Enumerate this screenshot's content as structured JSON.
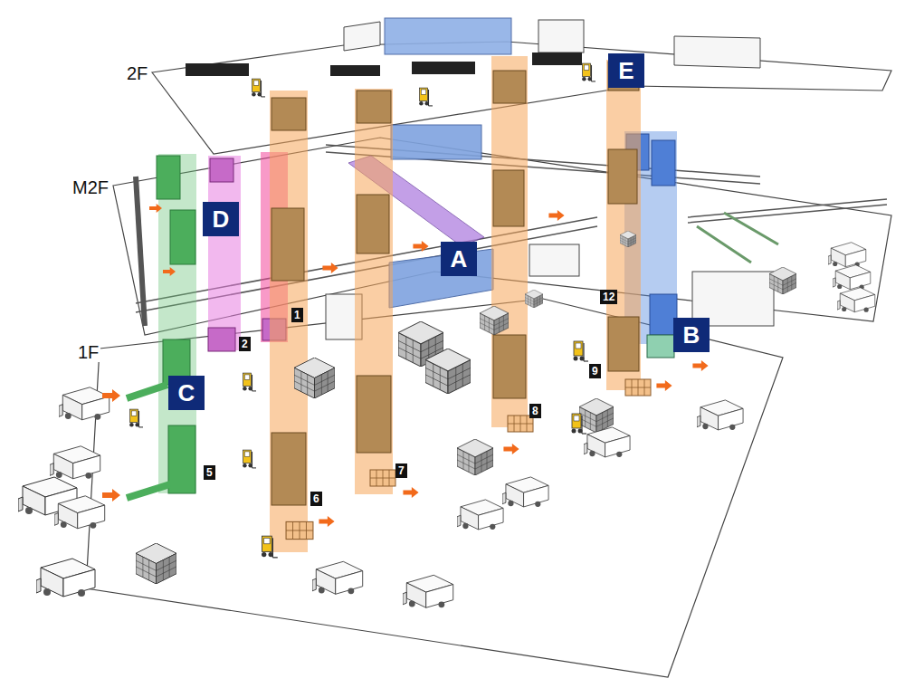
{
  "diagram": {
    "nodes": [
      {
        "text": [
          "E"
        ]
      },
      {
        "text": [
          "D"
        ]
      },
      {
        "text": [
          "A"
        ]
      },
      {
        "text": [
          "B"
        ]
      },
      {
        "text": [
          "C"
        ]
      }
    ],
    "labels": [
      "2F",
      "M2F",
      "1F",
      "1",
      "2",
      "12",
      "9",
      "8",
      "7",
      "6",
      "5"
    ]
  }
}
